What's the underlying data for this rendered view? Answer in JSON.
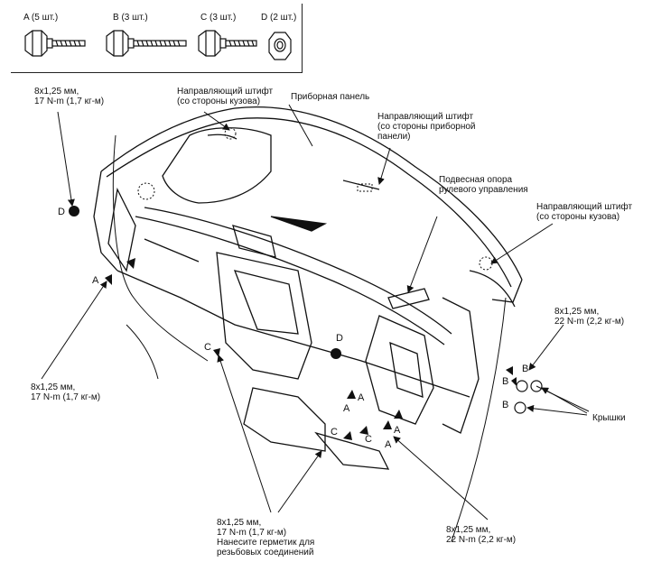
{
  "fasteners": [
    {
      "label": "A (5 шт.)",
      "icon": "flange-bolt-short-icon"
    },
    {
      "label": "B (3 шт.)",
      "icon": "flange-bolt-long-icon"
    },
    {
      "label": "C (3 шт.)",
      "icon": "flange-bolt-medium-icon"
    },
    {
      "label": "D (2 шт.)",
      "icon": "flange-nut-icon"
    }
  ],
  "callouts": {
    "top_left_torque": [
      "8x1,25 мм,",
      "17 N-m (1,7 кг-м)"
    ],
    "guide_pin_body_top": [
      "Направляющий штифт",
      "(со стороны кузова)"
    ],
    "instrument_panel": "Приборная панель",
    "guide_pin_panel": [
      "Направляющий штифт",
      "(со стороны приборной",
      "панели)"
    ],
    "steering_hanger": [
      "Подвесная опора",
      "рулевого управления"
    ],
    "guide_pin_body_right": [
      "Направляющий штифт",
      "(со стороны кузова)"
    ],
    "right_torque": [
      "8x1,25 мм,",
      "22 N-m (2,2 кг-м)"
    ],
    "caps": "Крышки",
    "left_torque": [
      "8x1,25 мм,",
      "17 N-m (1,7 кг-м)"
    ],
    "bottom_center": [
      "8x1,25 мм,",
      "17 N-m (1,7 кг-м)",
      "Нанесите герметик для",
      "резьбовых соединений"
    ],
    "bottom_right_torque": [
      "8x1,25 мм,",
      "22 N-m (2,2 кг-м)"
    ]
  },
  "markers": {
    "a": "A",
    "b": "B",
    "c": "C",
    "d": "D"
  }
}
